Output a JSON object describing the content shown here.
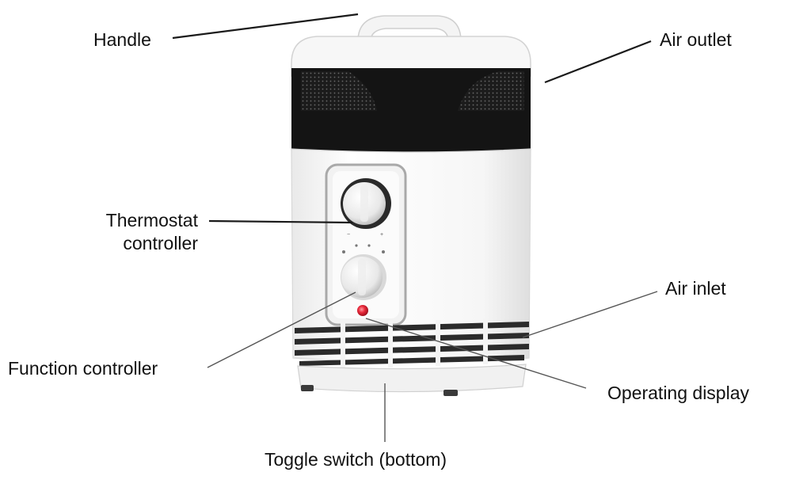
{
  "diagram": {
    "callouts": {
      "handle": "Handle",
      "air_outlet": "Air outlet",
      "thermostat_line1": "Thermostat",
      "thermostat_line2": "controller",
      "air_inlet": "Air inlet",
      "function_controller": "Function controller",
      "operating_display": "Operating display",
      "toggle_switch": "Toggle switch (bottom)"
    }
  }
}
